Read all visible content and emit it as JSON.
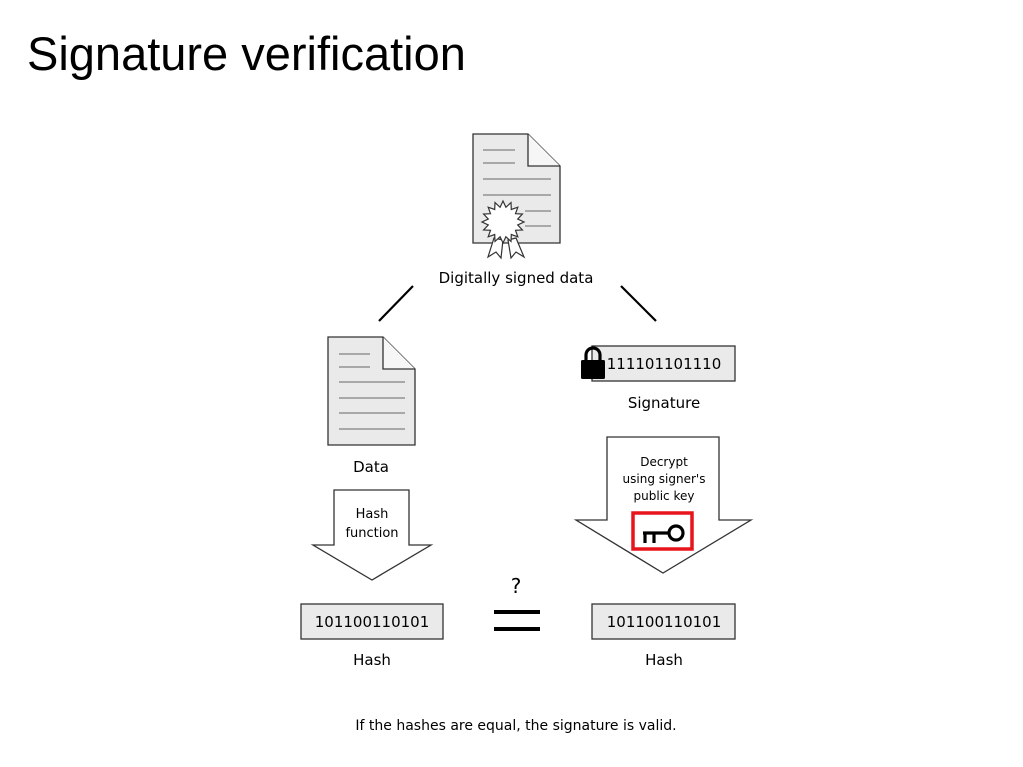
{
  "title": "Signature verification",
  "diagram": {
    "signed_data_label": "Digitally signed data",
    "data_label": "Data",
    "signature_bits": "111101101110",
    "signature_label": "Signature",
    "hash_function_label": [
      "Hash",
      "function"
    ],
    "decrypt_label": [
      "Decrypt",
      "using signer's",
      "public key"
    ],
    "hash_left_bits": "101100110101",
    "hash_right_bits": "101100110101",
    "hash_left_label": "Hash",
    "hash_right_label": "Hash",
    "compare_symbol": "?",
    "caption": "If the hashes are equal, the signature is valid.",
    "highlight_color": "#e8141b"
  }
}
